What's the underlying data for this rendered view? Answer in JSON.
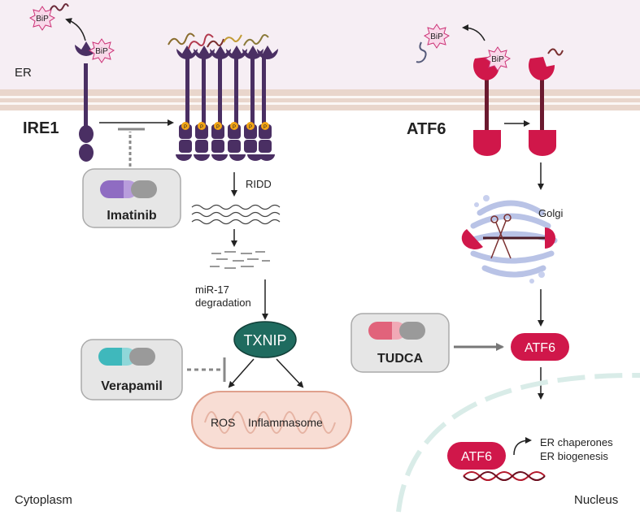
{
  "labels": {
    "er": "ER",
    "cytoplasm": "Cytoplasm",
    "nucleus": "Nucleus",
    "ire1": "IRE1",
    "atf6_title": "ATF6",
    "bip": "BiP",
    "p": "P",
    "ridd": "RIDD",
    "mir17_line1": "miR-17",
    "mir17_line2": "degradation",
    "txnip": "TXNIP",
    "ros": "ROS",
    "inflammasome": "Inflammasome",
    "golgi": "Golgi",
    "atf6_cyto": "ATF6",
    "atf6_nuc": "ATF6",
    "er_chaperones": "ER chaperones",
    "er_biogenesis": "ER biogenesis"
  },
  "drugs": {
    "imatinib": "Imatinib",
    "verapamil": "Verapamil",
    "tudca": "TUDCA"
  },
  "colors": {
    "er_bg": "#f6eef4",
    "membrane": "#e9d6cc",
    "ire1": "#4a2f63",
    "atf6": "#d0174a",
    "txnip": "#1f6b5f",
    "phospho": "#f2a516",
    "bip": "#f9d9ea",
    "drug_box": "#e6e6e6",
    "imatinib_cap": "#8f6cc2",
    "verapamil_cap": "#3fb8bc",
    "tudca_cap": "#e1637b",
    "mito": "#f8ddd4"
  }
}
